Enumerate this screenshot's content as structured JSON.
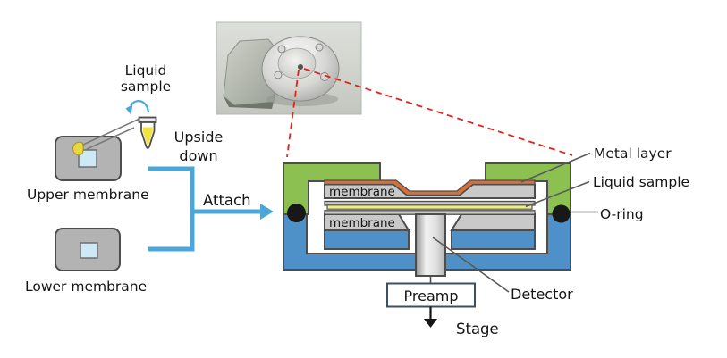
{
  "colors": {
    "green": "#8cc051",
    "base_blue": "#4e91c9",
    "chip_gray": "#b3b3b3",
    "membrane_gray": "#c9c9c9",
    "metal_orange": "#d4703a",
    "liquid_yellow": "#f0ee7e",
    "window_blue": "#cde9f5",
    "arrow_blue": "#4aa8d8",
    "dashed_red": "#e3231c",
    "oring_black": "#181818",
    "droplet_yellow": "#e9d83b",
    "tube_liquid_yellow": "#f2e33e"
  },
  "left_panel": {
    "liquid_sample": {
      "line1": "Liquid",
      "line2": "sample"
    },
    "upside_down": {
      "line1": "Upside",
      "line2": "down"
    },
    "attach_label": "Attach",
    "upper_membrane_label": "Upper membrane",
    "lower_membrane_label": "Lower membrane"
  },
  "cross_section": {
    "upper_membrane_text": "membrane",
    "lower_membrane_text": "membrane",
    "metal_layer_label": "Metal layer",
    "liquid_sample_label": "Liquid sample",
    "o_ring_label": "O-ring",
    "detector_label": "Detector",
    "preamp_label": "Preamp",
    "stage_label": "Stage"
  }
}
